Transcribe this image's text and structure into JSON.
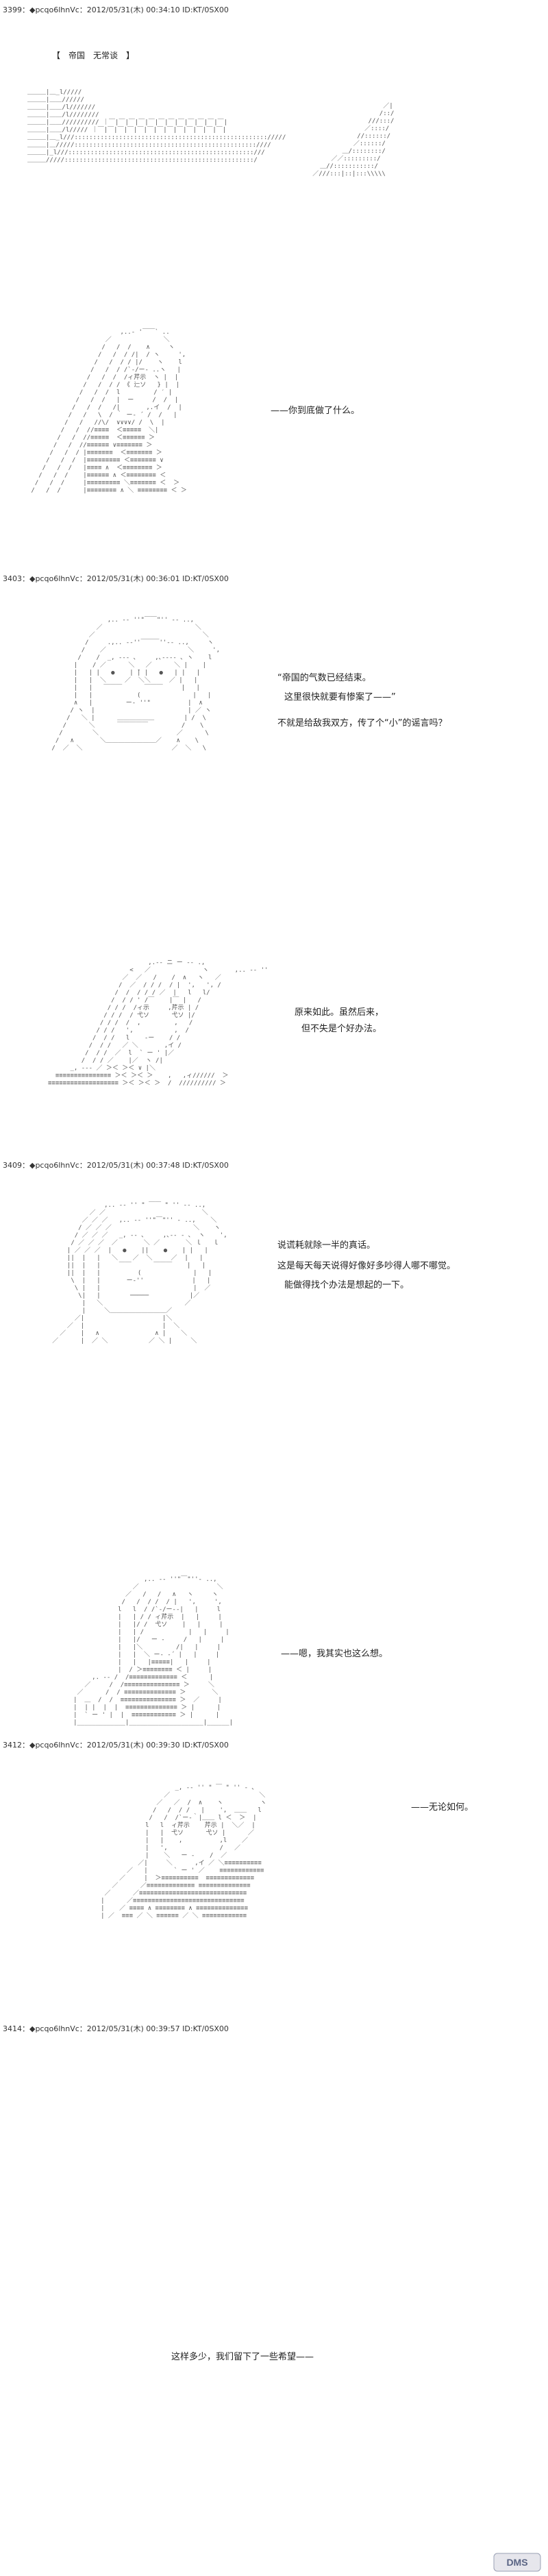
{
  "posts": [
    {
      "header": "3399：◆pcqo6lhnVc：2012/05/31(木) 00:34:10 ID:KT/0SX00"
    },
    {
      "header": "3403：◆pcqo6lhnVc：2012/05/31(木) 00:36:01 ID:KT/0SX00"
    },
    {
      "header": "3409：◆pcqo6lhnVc：2012/05/31(木) 00:37:48 ID:KT/0SX00"
    },
    {
      "header": "3412：◆pcqo6lhnVc：2012/05/31(木) 00:39:30 ID:KT/0SX00"
    },
    {
      "header": "3414：◆pcqo6lhnVc：2012/05/31(木) 00:39:57 ID:KT/0SX00"
    }
  ],
  "scene_caption": "【　帝国　无常谈　】",
  "dialogs": [
    "——你到底做了什么。",
    "“帝国的气数已经结束。",
    "这里很快就要有惨案了——”",
    "不就是给敌我双方，传了个“小”的谣言吗？",
    "原来如此。虽然后来，",
    "但不失是个好办法。",
    "说谎耗就除一半的真话。",
    "这是每天每天说得好像好多吵得人哪不哪觉。",
    "能做得找个办法是想起的一下。",
    "——嗯，我其实也这么想。",
    "——无论如何。",
    "这样多少，我们留下了一些希望——"
  ],
  "watermark": "DMS",
  "icons": {
    "watermark": "dm-logo-icon"
  }
}
